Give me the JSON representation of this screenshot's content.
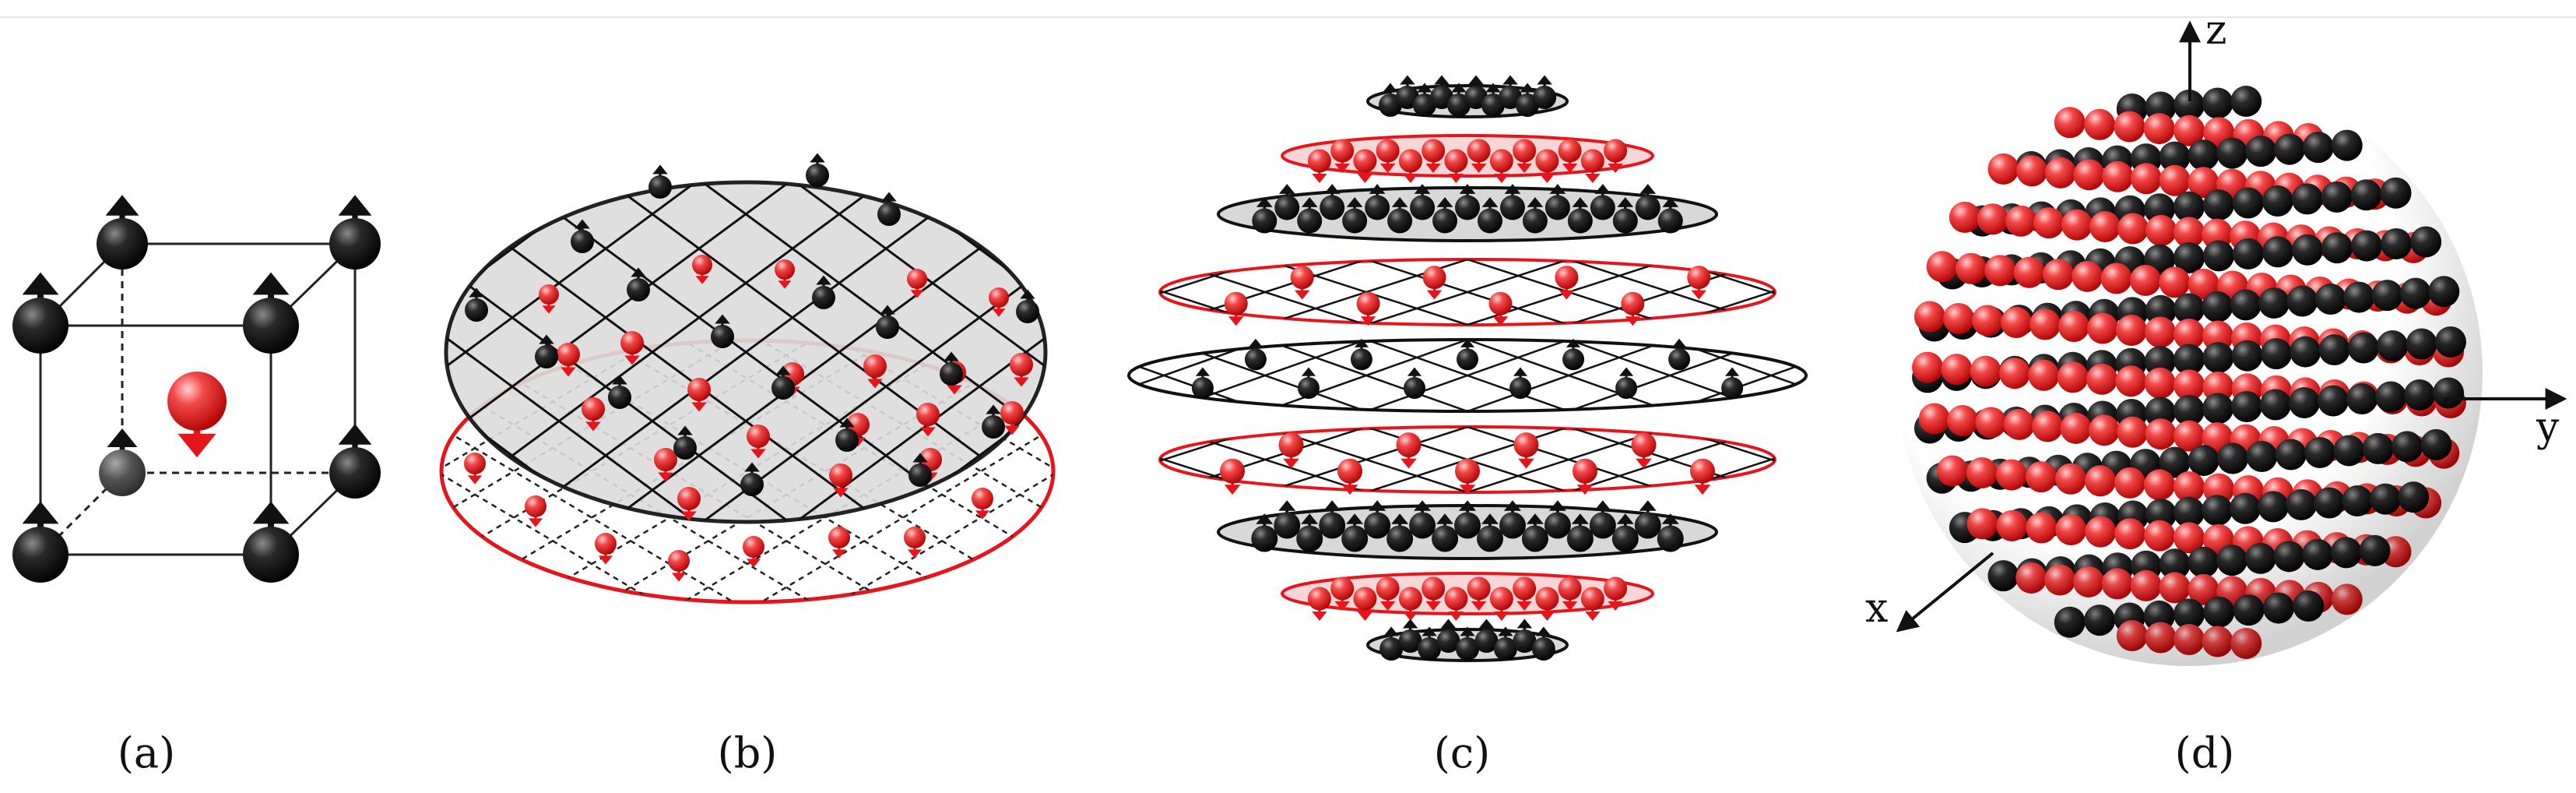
{
  "panels": [
    {
      "label": "(a)",
      "content": "bcc unit cell: corner spins up, body-center spin down"
    },
    {
      "label": "(b)",
      "content": "stacked layers of up and down spins"
    },
    {
      "label": "(c)",
      "content": "sphere sliced into alternating layers"
    },
    {
      "label": "(d)",
      "content": "sphere of spins"
    }
  ],
  "axes": {
    "x": "x",
    "y": "y",
    "z": "z"
  },
  "colors": {
    "up_spin": "#111111",
    "down_spin": "#e8141b",
    "black_plane_fill": "#dcdcdc",
    "red_plane_stroke": "#e8141b",
    "grid_line": "#111111"
  }
}
